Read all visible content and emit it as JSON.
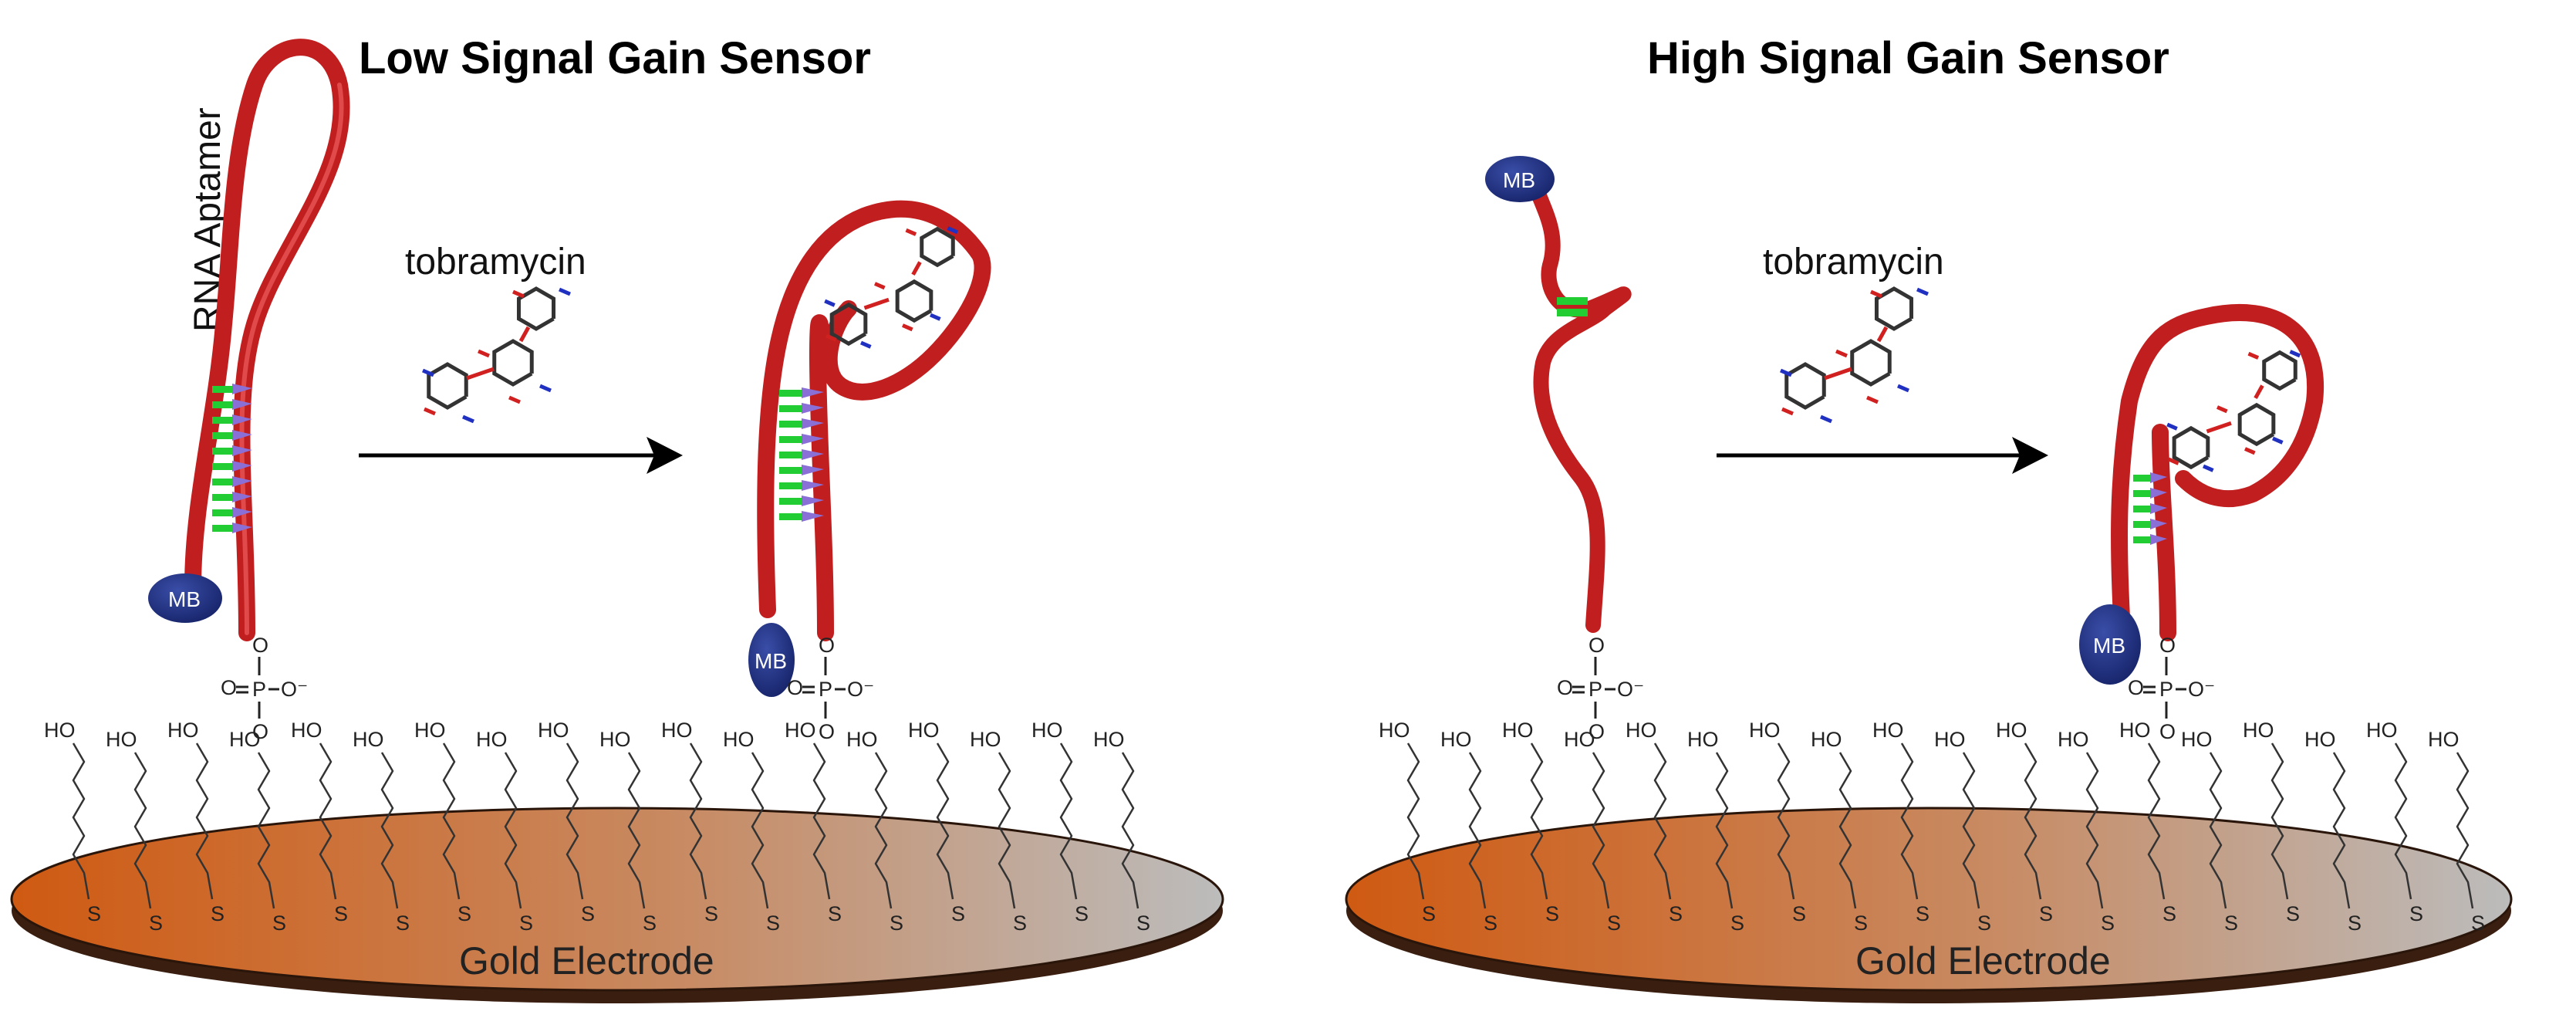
{
  "panels": [
    {
      "id": "low",
      "title": "Low Signal Gain Sensor",
      "aptamer_label": "RNA Aptamer",
      "target_label": "tobramycin",
      "electrode_label": "Gold Electrode",
      "mb_label_before": "MB",
      "mb_label_after": "MB"
    },
    {
      "id": "high",
      "title": "High Signal Gain Sensor",
      "target_label": "tobramycin",
      "electrode_label": "Gold Electrode",
      "mb_label_before": "MB",
      "mb_label_after": "MB"
    }
  ],
  "chem": {
    "hydroxyl": "HO",
    "sulfur": "S",
    "phosphorus": "P",
    "oxygen": "O",
    "oxyanion": "O⁻"
  },
  "colors": {
    "ribbon": "#c11f1f",
    "methylene_blue": "#1f2f7a",
    "base_pair_green": "#22cc33",
    "base_pair_violet": "#8a6fd6",
    "electrode_orange": "#cf5a12",
    "electrode_gray": "#b8b8b8",
    "electrode_edge": "#3a1e10"
  }
}
